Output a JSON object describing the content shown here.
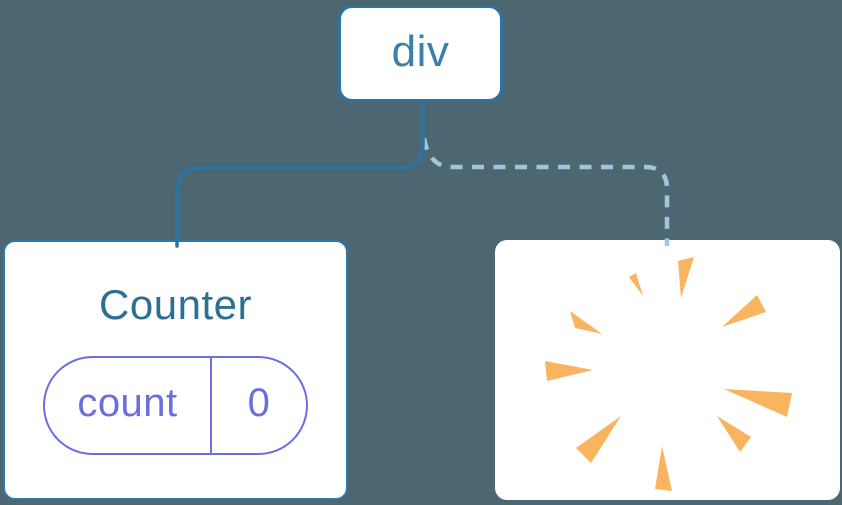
{
  "colors": {
    "background": "#4c6672",
    "node_border": "#2b74a3",
    "node_text": "#3b80ad",
    "card_background": "#ffffff",
    "counter_border": "#2e79a8",
    "counter_title": "#2b7092",
    "state_accent": "#6a6fdd",
    "connector_solid": "#2b74a3",
    "connector_dashed": "#a3c4dc",
    "burst": "#f8b45f"
  },
  "tree": {
    "root": {
      "label": "div"
    },
    "counter": {
      "title": "Counter",
      "state": {
        "key": "count",
        "value": "0"
      }
    },
    "removed": {
      "icon": "poof-burst-icon"
    }
  },
  "burst_rays": [
    [
      [
        134,
        37
      ],
      [
        141,
        33
      ],
      [
        148,
        56
      ]
    ],
    [
      [
        183,
        21
      ],
      [
        199,
        17
      ],
      [
        186,
        58
      ]
    ],
    [
      [
        227,
        87
      ],
      [
        262,
        55
      ],
      [
        271,
        72
      ]
    ],
    [
      [
        75,
        71
      ],
      [
        80,
        88
      ],
      [
        107,
        94
      ]
    ],
    [
      [
        50,
        121
      ],
      [
        52,
        141
      ],
      [
        98,
        130
      ]
    ],
    [
      [
        229,
        149
      ],
      [
        297,
        153
      ],
      [
        292,
        177
      ]
    ],
    [
      [
        222,
        176
      ],
      [
        256,
        197
      ],
      [
        245,
        212
      ]
    ],
    [
      [
        126,
        176
      ],
      [
        81,
        208
      ],
      [
        96,
        223
      ]
    ],
    [
      [
        167,
        206
      ],
      [
        160,
        249
      ],
      [
        177,
        251
      ]
    ]
  ]
}
